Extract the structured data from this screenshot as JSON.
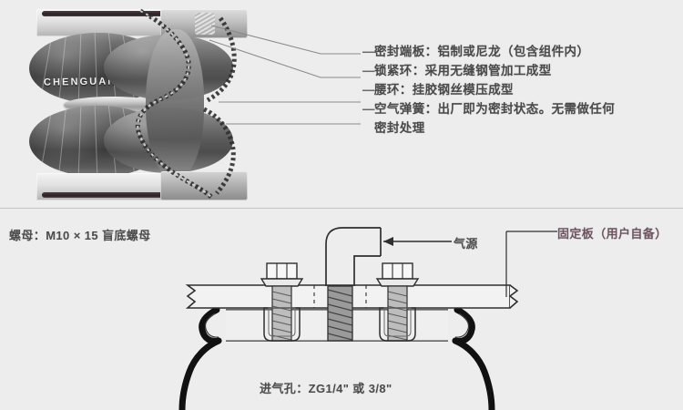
{
  "meta": {
    "brand": "CHENGUANG",
    "bg_color": "#ededed",
    "text_color": "#4a4a4a",
    "line_color": "#7a7a7a"
  },
  "upper": {
    "dash": "—",
    "annotations": [
      {
        "id": "sealing-end-plate",
        "text": "密封端板：铝制或尼龙（包含组件内）"
      },
      {
        "id": "locking-ring",
        "text": "锁紧环：采用无缝钢管加工成型"
      },
      {
        "id": "girdle-ring",
        "text": "腰环：挂胶钢丝模压成型"
      },
      {
        "id": "air-spring",
        "text": "空气弹簧：出厂即为密封状态。无需做任何"
      }
    ],
    "continuation": "密封处理"
  },
  "lower": {
    "nut_label": "螺母：M10 × 15 盲底螺母",
    "air_source_label": "气源",
    "fixing_plate_label": "固定板（用户自备）",
    "inlet_label": "进气孔：ZG1/4\" 或 3/8\""
  }
}
